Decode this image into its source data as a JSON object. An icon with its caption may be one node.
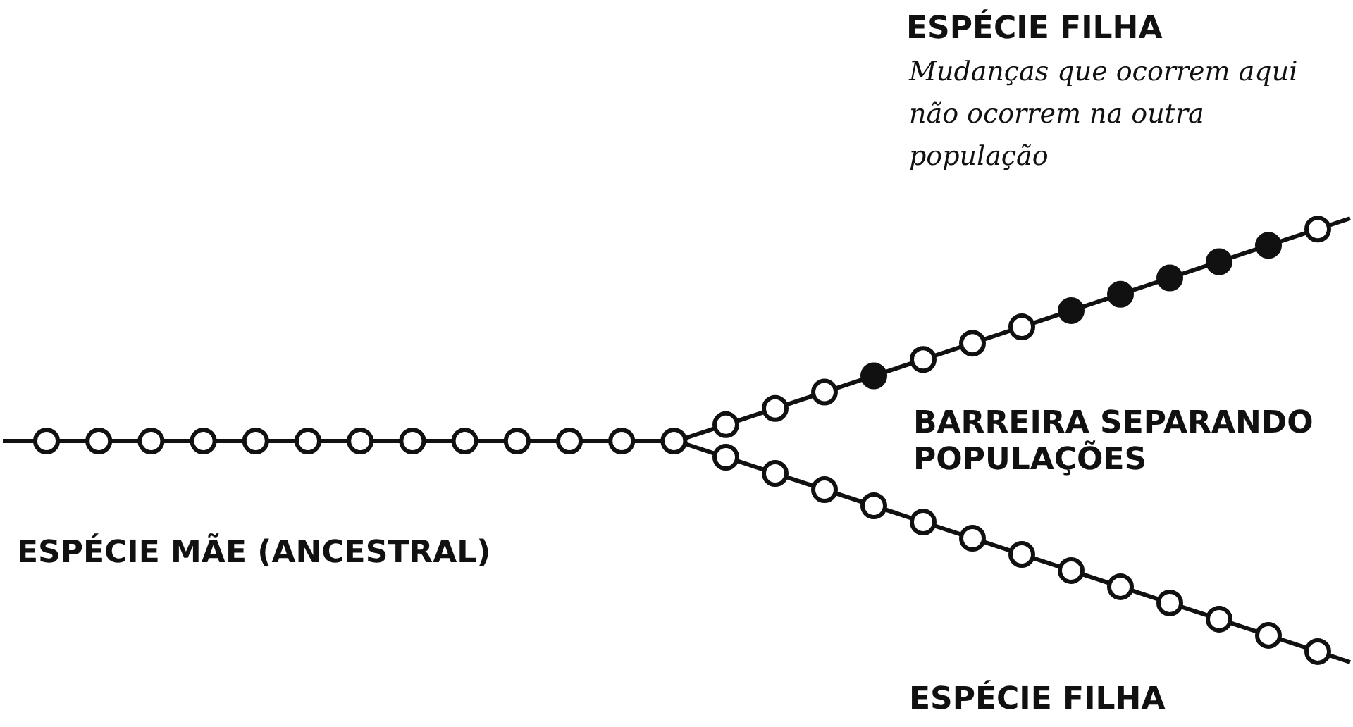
{
  "diagram": {
    "labels": [
      "ESPÉCIE FILHA",
      "Mudanças que ocorrem aqui não ocorrem na outra população",
      "BARREIRA SEPARANDO POPULAÇÕES",
      "ESPÉCIE MÃE (ANCESTRAL)",
      "ESPÉCIE FILHA"
    ]
  }
}
